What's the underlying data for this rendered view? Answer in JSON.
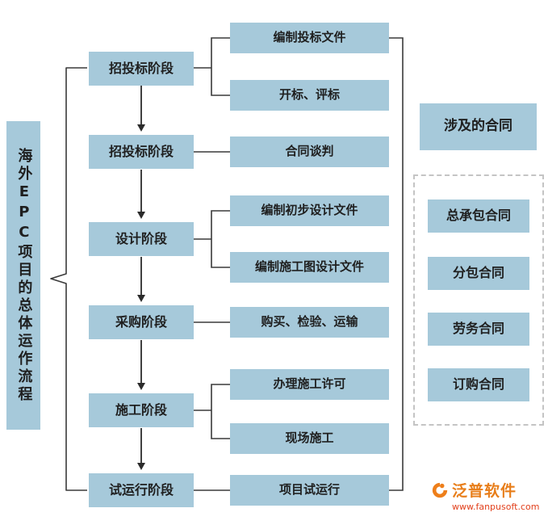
{
  "diagram": {
    "title": "海外EPC项目的总体运作流程",
    "stages": [
      "招投标阶段",
      "招投标阶段",
      "设计阶段",
      "采购阶段",
      "施工阶段",
      "试运行阶段"
    ],
    "tasks": [
      "编制投标文件",
      "开标、评标",
      "合同谈判",
      "编制初步设计文件",
      "编制施工图设计文件",
      "购买、检验、运输",
      "办理施工许可",
      "现场施工",
      "项目试运行"
    ],
    "contracts_header": "涉及的合同",
    "contracts": [
      "总承包合同",
      "分包合同",
      "劳务合同",
      "订购合同"
    ]
  },
  "watermark": {
    "brand": "泛普软件",
    "url": "www.fanpusoft.com"
  },
  "colors": {
    "box_fill": "#a6c9da",
    "line": "#3a3a3a",
    "brand_orange": "#e87e1a",
    "brand_red": "#e2401c",
    "dash_border": "#c4c4c4"
  }
}
